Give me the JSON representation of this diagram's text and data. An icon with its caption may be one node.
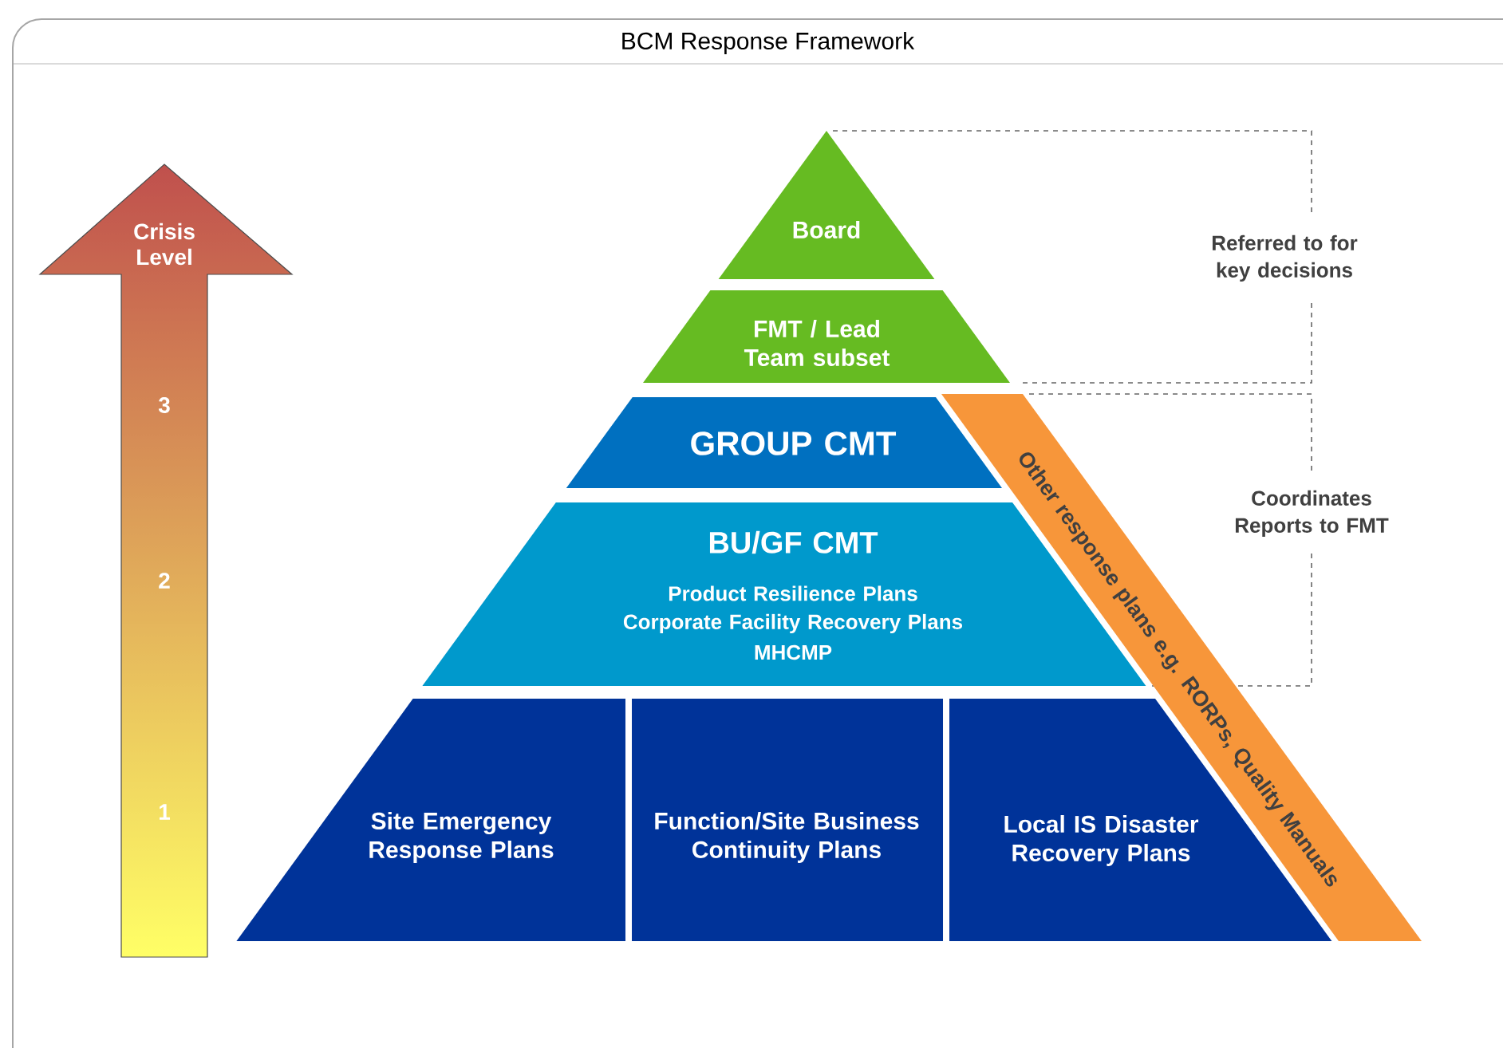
{
  "diagram": {
    "title": "BCM Response Framework",
    "nodes": [
      {
        "text": [
          "Board"
        ]
      },
      {
        "text": [
          "FMT / Lead Team subset"
        ]
      },
      {
        "text": [
          "GROUP CMT"
        ]
      },
      {
        "text": [
          "BU/GF CMT",
          "Product Resilience Plans",
          "Corporate Facility Recovery Plans",
          "MHCMP"
        ]
      },
      {
        "text": [
          "Site Emergency Response Plans"
        ]
      },
      {
        "text": [
          "Function/Site Business Continuity Plans"
        ]
      },
      {
        "text": [
          "Local IS Disaster Recovery Plans"
        ]
      },
      {
        "text": [
          "Other response plans e.g. RORPs, Quality Manuals"
        ]
      },
      {
        "text": [
          "Crisis Level",
          "3",
          "2",
          "1"
        ]
      }
    ],
    "edges": [],
    "labels": [
      "Referred to for key decisions",
      "Coordinates Reports to FMT"
    ]
  }
}
